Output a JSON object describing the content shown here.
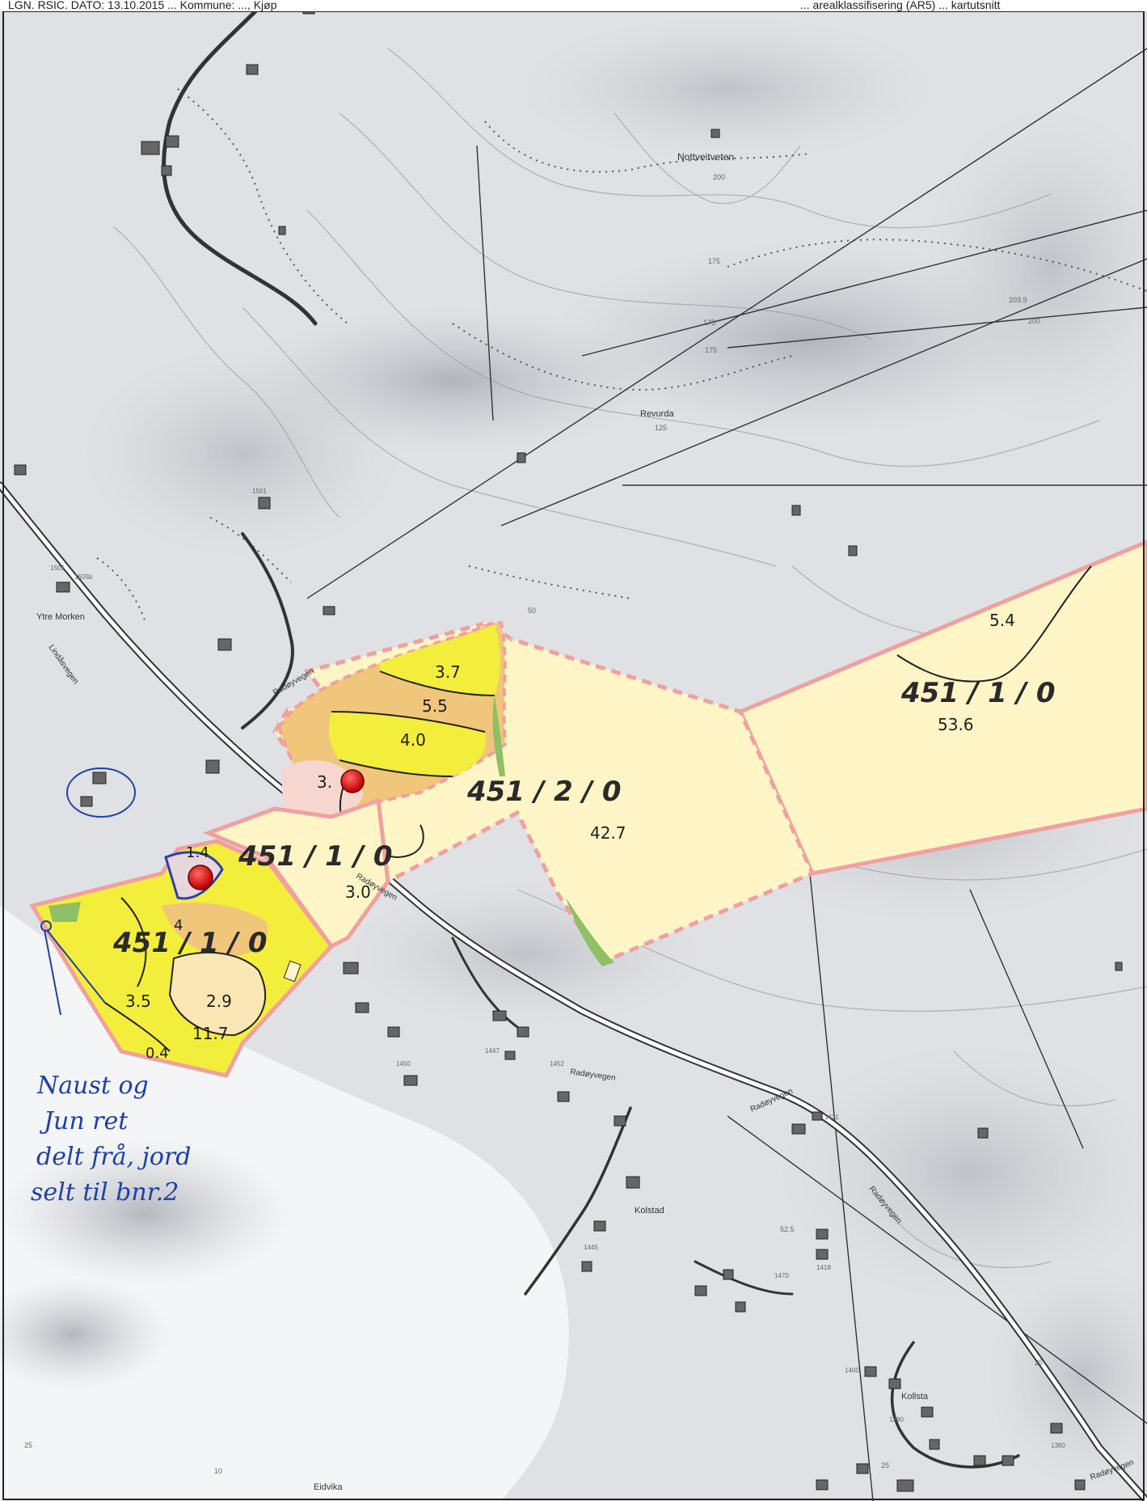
{
  "header": {
    "left": "LGN. RSIC. DATO: 13.10.2015 ... Kommune: ..., Kjøp",
    "right": "... arealklassifisering (AR5) ... kartutsnitt"
  },
  "colors": {
    "parcel_border": "#f0a0a0",
    "inmark": "#fff5c6",
    "fulldyrka": "#f3ee3c",
    "innmarksbeite": "#f0c67a",
    "bebygd": "#f7d6d0",
    "skog_strip": "#8fbf67",
    "marker": "#e00000",
    "annotation_ink": "#1f3fa8"
  },
  "places": {
    "nottveitveten": "Nottveitveten",
    "revurda": "Revurda",
    "ytre_morken": "Ytre Morken",
    "kolstad": "Kolstad",
    "kollsta": "Kollsta",
    "eidvika": "Eidvika"
  },
  "roads": {
    "radoyvegen_1": "Radøyvegen",
    "radoyvegen_2": "Radøyvegen",
    "radoyvegen_3": "Radøyvegen",
    "radoyvegen_4": "Radøyvegen",
    "radoyvegen_5": "Radøyvegen",
    "radoyvegen_6": "Radøyvegen",
    "lindasvegen": "Lindåsvegen"
  },
  "elevations": {
    "e1": "200",
    "e2": "175",
    "e3": "203.9",
    "e4": "200",
    "e5": "175",
    "e6": "175",
    "e7": "125",
    "e8": "50",
    "e9": "52.5",
    "e10": "25",
    "e11": "25",
    "e12": "25",
    "e13": "10"
  },
  "house_numbers": {
    "h1": "1505",
    "h2": "1505b",
    "h3": "1501",
    "h4": "1470",
    "h5": "1447",
    "h6": "1450",
    "h7": "1452",
    "h8": "1445",
    "h9": "1421",
    "h10": "1418",
    "h11": "1400",
    "h12": "1390",
    "h13": "1380"
  },
  "parcels": {
    "p_451_1_0_east": "451 / 1 / 0",
    "p_451_2_0": "451 / 2 / 0",
    "p_451_1_0_mid": "451 / 1 / 0",
    "p_451_1_0_west": "451 / 1 / 0"
  },
  "areas": {
    "a_5_4": "5.4",
    "a_53_6": "53.6",
    "a_42_7": "42.7",
    "a_3_7": "3.7",
    "a_5_5": "5.5",
    "a_4_0": "4.0",
    "a_3_x": "3.",
    "a_3_0": "3.0",
    "a_1_4": "1.4",
    "a_4": "4",
    "a_3_5": "3.5",
    "a_2_9": "2.9",
    "a_11_7": "11.7",
    "a_0_4": "0.4"
  },
  "annotation": {
    "line1": "Naust og",
    "line2": "Jun ret",
    "line3": "delt frå, jord",
    "line4": "selt til bnr.2"
  }
}
